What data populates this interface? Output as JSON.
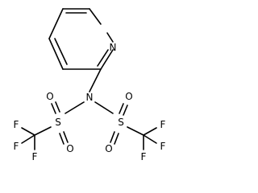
{
  "molecule": {
    "atoms": {
      "n_pyridine": "N",
      "n_amine": "N",
      "s_left": "S",
      "s_right": "S",
      "o_left_upper": "O",
      "o_left_lower": "O",
      "o_right_upper": "O",
      "o_right_lower": "O",
      "f_left_1": "F",
      "f_left_2": "F",
      "f_left_3": "F",
      "f_right_1": "F",
      "f_right_2": "F",
      "f_right_3": "F"
    }
  }
}
